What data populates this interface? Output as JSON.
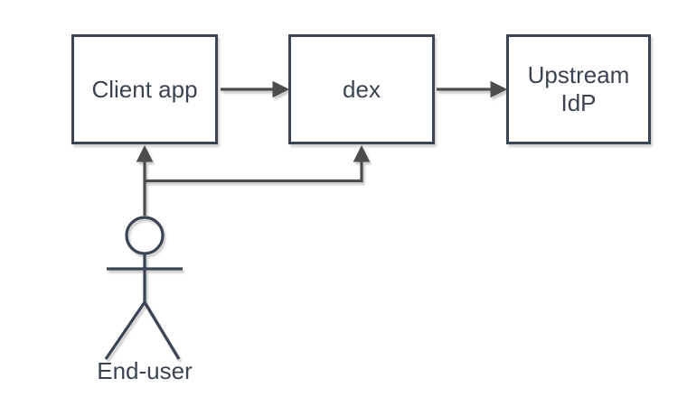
{
  "diagram": {
    "type": "flow-diagram",
    "background": "#ffffff",
    "nodes": [
      {
        "id": "client-app",
        "label": "Client app",
        "shape": "rectangle"
      },
      {
        "id": "dex",
        "label": "dex",
        "shape": "rectangle"
      },
      {
        "id": "upstream-idp",
        "label": "Upstream IdP",
        "shape": "rectangle"
      },
      {
        "id": "end-user",
        "label": "End-user",
        "shape": "actor"
      }
    ],
    "edges": [
      {
        "from": "client-app",
        "to": "dex",
        "style": "arrow"
      },
      {
        "from": "dex",
        "to": "upstream-idp",
        "style": "arrow"
      },
      {
        "from": "end-user",
        "to": "client-app",
        "style": "arrow"
      },
      {
        "from": "end-user",
        "to": "dex",
        "style": "elbow-arrow"
      }
    ],
    "colors": {
      "node_border": "#3a4452",
      "node_fill": "#ffffff",
      "text": "#3a4452",
      "edge": "#4d4d4d"
    }
  }
}
